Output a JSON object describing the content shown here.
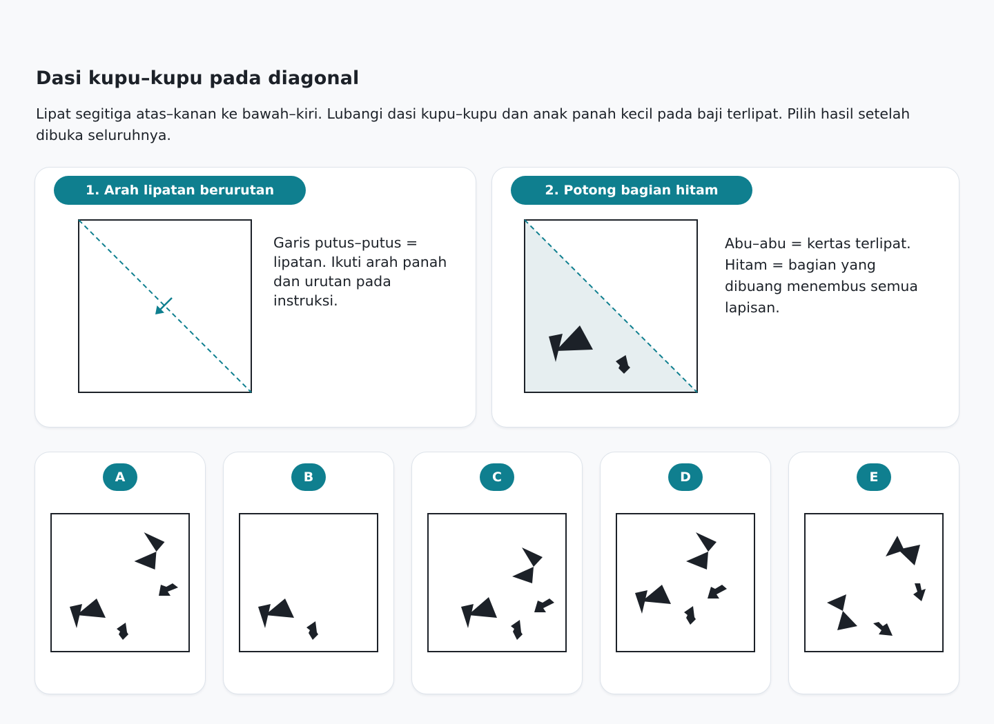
{
  "title": "Dasi kupu–kupu pada diagonal",
  "description": "Lipat segitiga atas–kanan ke bawah–kiri. Lubangi dasi kupu–kupu dan anak panah kecil pada baji terlipat. Pilih hasil setelah dibuka seluruhnya.",
  "steps": [
    {
      "label": "1. Arah lipatan berurutan",
      "text": "Garis putus–putus = lipatan. Ikuti arah panah dan urutan pada instruksi."
    },
    {
      "label": "2. Potong bagian hitam",
      "text": "Abu–abu = kertas terlipat. Hitam = bagian yang dibuang menembus semua lapisan."
    }
  ],
  "options": [
    {
      "label": "A"
    },
    {
      "label": "B"
    },
    {
      "label": "C"
    },
    {
      "label": "D"
    },
    {
      "label": "E"
    }
  ],
  "colors": {
    "accent": "#0f7f8f",
    "cut": "#1c2128",
    "folded": "#e6eef0",
    "border": "#dde3ea"
  }
}
